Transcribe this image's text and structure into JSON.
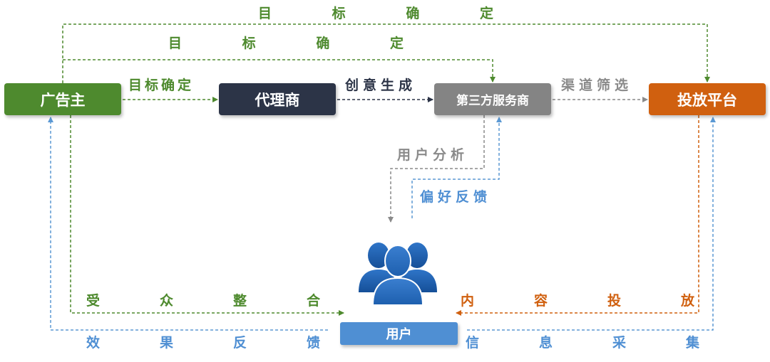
{
  "colors": {
    "green": "#4e8a2e",
    "navy": "#2c3447",
    "gray": "#848484",
    "orange": "#d0600f",
    "blue": "#3f86cf",
    "blue_light": "#5b99d4"
  },
  "nodes": {
    "advertiser": "广告主",
    "agency": "代理商",
    "third_party": "第三方服务商",
    "platform": "投放平台",
    "user": "用户"
  },
  "edges": {
    "target_top": [
      "目",
      "标",
      "确",
      "定"
    ],
    "target_mid": [
      "目",
      "标",
      "确",
      "定"
    ],
    "target_short": "目标确定",
    "creative": "创意生成",
    "channel": "渠道筛选",
    "user_analysis": "用户分析",
    "preference": "偏好反馈",
    "audience": [
      "受",
      "众",
      "整",
      "合"
    ],
    "effect": [
      "效",
      "果",
      "反",
      "馈"
    ],
    "content": [
      "内",
      "容",
      "投",
      "放"
    ],
    "info": [
      "信",
      "息",
      "采",
      "集"
    ]
  },
  "icons": {
    "users": "users-group-icon"
  }
}
